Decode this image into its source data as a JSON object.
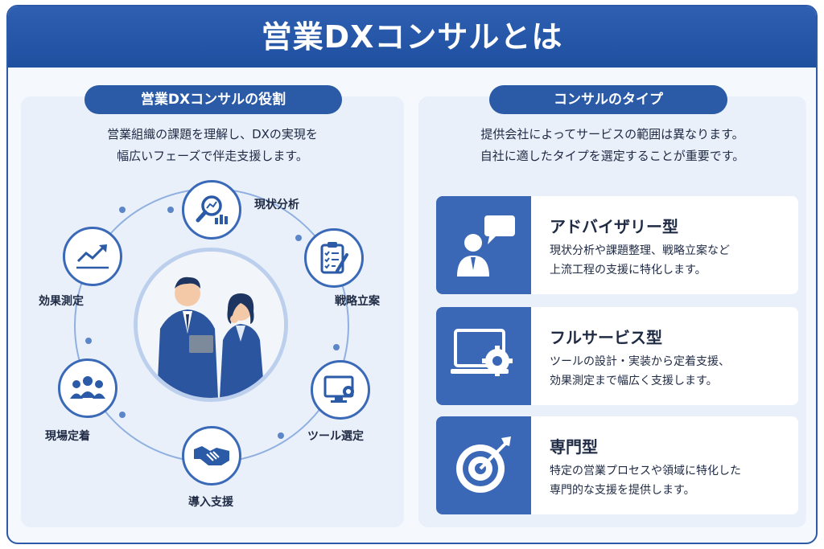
{
  "title": "営業DXコンサルとは",
  "left": {
    "heading": "営業DXコンサルの役割",
    "description_lines": [
      "営業組織の課題を理解し、DXの実現を",
      "幅広いフェーズで伴走支援します。"
    ],
    "phases": [
      {
        "label": "現状分析",
        "icon": "magnifier-chart-icon"
      },
      {
        "label": "戦略立案",
        "icon": "clipboard-checklist-icon"
      },
      {
        "label": "ツール選定",
        "icon": "monitor-gear-icon"
      },
      {
        "label": "導入支援",
        "icon": "handshake-icon"
      },
      {
        "label": "現場定着",
        "icon": "team-icon"
      },
      {
        "label": "効果測定",
        "icon": "line-chart-icon"
      }
    ]
  },
  "right": {
    "heading": "コンサルのタイプ",
    "description_lines": [
      "提供会社によってサービスの範囲は異なります。",
      "自社に適したタイプを選定することが重要です。"
    ],
    "types": [
      {
        "title": "アドバイザリー型",
        "icon": "advisor-speech-icon",
        "lines": [
          "現状分析や課題整理、戦略立案など",
          "上流工程の支援に特化します。"
        ]
      },
      {
        "title": "フルサービス型",
        "icon": "laptop-gear-icon",
        "lines": [
          "ツールの設計・実装から定着支援、",
          "効果測定まで幅広く支援します。"
        ]
      },
      {
        "title": "専門型",
        "icon": "target-arrow-icon",
        "lines": [
          "特定の営業プロセスや領域に特化した",
          "専門的な支援を提供します。"
        ]
      }
    ]
  },
  "colors": {
    "primary": "#2b5aa6",
    "panel": "#e9f0fa",
    "icon_bg": "#3a68b6"
  }
}
